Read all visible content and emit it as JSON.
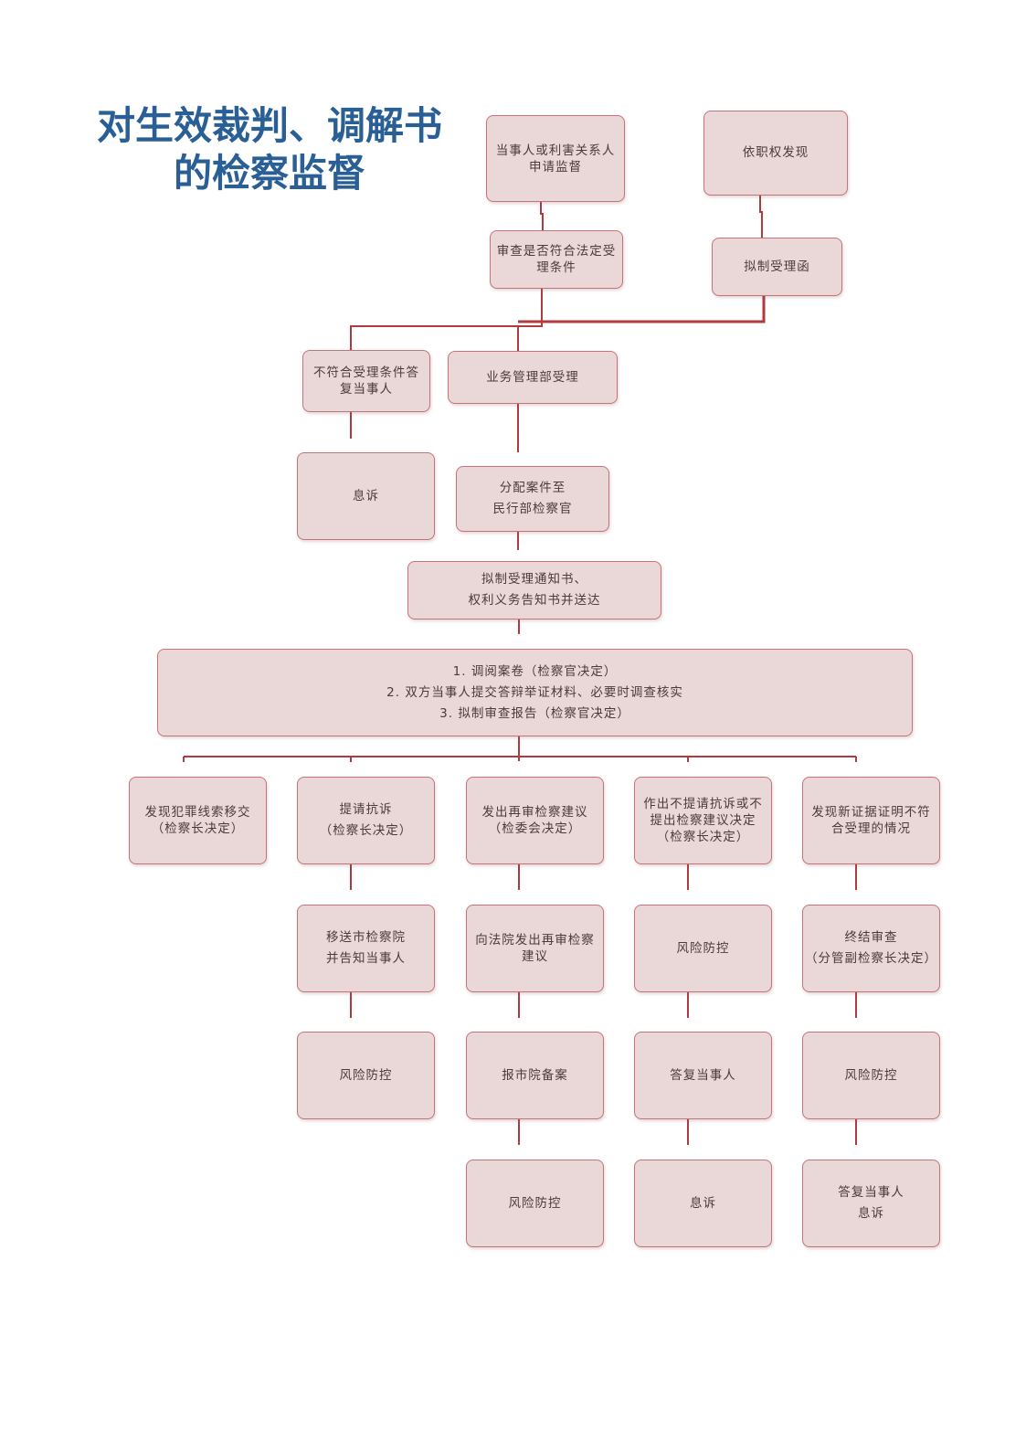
{
  "title": {
    "line1": "对生效裁判、调解书",
    "line2": "的检察监督"
  },
  "colors": {
    "title": "#2a5f95",
    "box_fill": "#ead8d8",
    "box_border": "#c4737a",
    "connector": "#b23a3f"
  },
  "nodes": {
    "apply": [
      "当事人或利害关系人",
      "申请监督"
    ],
    "ex_officio": [
      "依职权发现"
    ],
    "review": [
      "审查是否符合法定受",
      "理条件"
    ],
    "draft_accept_letter": [
      "拟制受理函"
    ],
    "not_meet": [
      "不符合受理条件答",
      "复当事人"
    ],
    "dept_accept": [
      "业务管理部受理"
    ],
    "close_1": [
      "息诉"
    ],
    "assign": [
      "分配案件至",
      "民行部检察官"
    ],
    "notice": [
      "拟制受理通知书、",
      "权利义务告知书并送达"
    ],
    "process": [
      "1. 调阅案卷（检察官决定）",
      "2. 双方当事人提交答辩举证材料、必要时调查核实",
      "3.  拟制审查报告（检察官决定）"
    ],
    "crime_clue": [
      "发现犯罪线索移交",
      "（检察长决定）"
    ],
    "protest": [
      "提请抗诉",
      "（检察长决定）"
    ],
    "retrial_suggest": [
      "发出再审检察建议",
      "（检委会决定）"
    ],
    "no_protest": [
      "作出不提请抗诉或不",
      "提出检察建议决定",
      "（检察长决定）"
    ],
    "new_evidence": [
      "发现新证据证明不符",
      "合受理的情况"
    ],
    "transfer_city": [
      "移送市检察院",
      "并告知当事人"
    ],
    "to_court": [
      "向法院发出再审检察",
      "建议"
    ],
    "risk_3": [
      "风险防控"
    ],
    "terminate": [
      "终结审查",
      "（分管副检察长决定）"
    ],
    "risk_2": [
      "风险防控"
    ],
    "report_city": [
      "报市院备案"
    ],
    "reply_3": [
      "答复当事人"
    ],
    "risk_5": [
      "风险防控"
    ],
    "risk_4": [
      "风险防控"
    ],
    "close_3": [
      "息诉"
    ],
    "reply_close_5": [
      "答复当事人",
      "息诉"
    ]
  }
}
